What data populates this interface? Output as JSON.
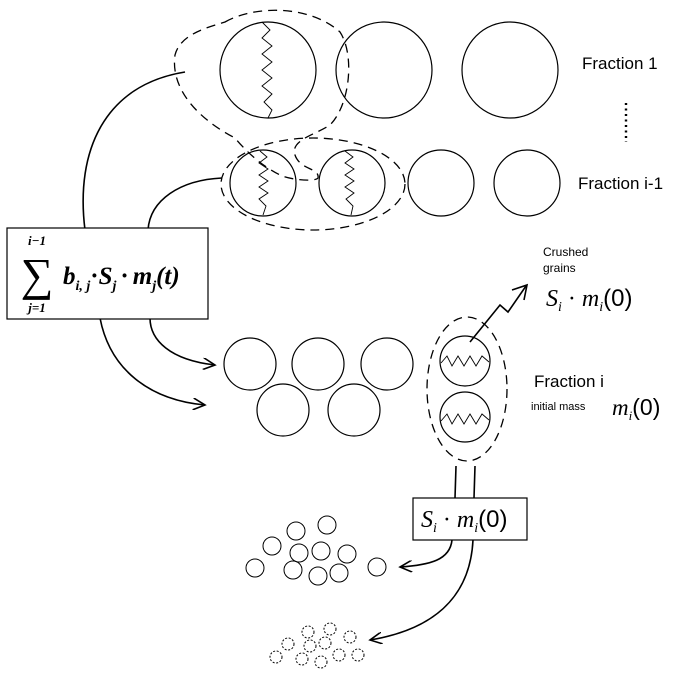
{
  "labels": {
    "fraction_1": "Fraction 1",
    "fraction_i_minus_1": "Fraction i-1",
    "fraction_i": "Fraction i",
    "initial_mass": "initial mass",
    "crushed_line1": "Crushed",
    "crushed_line2": "grains",
    "vertical_dots": "⋮"
  },
  "formulas": {
    "sum_upper_limit": "i−1",
    "sum_lower_limit": "j=1",
    "sum_symbol": "∑",
    "sum_b": "b",
    "sum_b_sub": "i, j",
    "sum_s": "S",
    "sum_s_sub": "j",
    "sum_m": "m",
    "sum_m_sub": "j",
    "sum_arg": "(t)",
    "crushed_S": "S",
    "crushed_S_sub": "i",
    "crushed_m": "m",
    "crushed_m_sub": "i",
    "crushed_arg": "(0)",
    "init_m": "m",
    "init_m_sub": "i",
    "init_arg": "(0)",
    "box_S": "S",
    "box_S_sub": "i",
    "box_m": "m",
    "box_m_sub": "i",
    "box_arg": "(0)",
    "dot": "·"
  },
  "colors": {
    "stroke": "#000000",
    "background": "#ffffff"
  }
}
